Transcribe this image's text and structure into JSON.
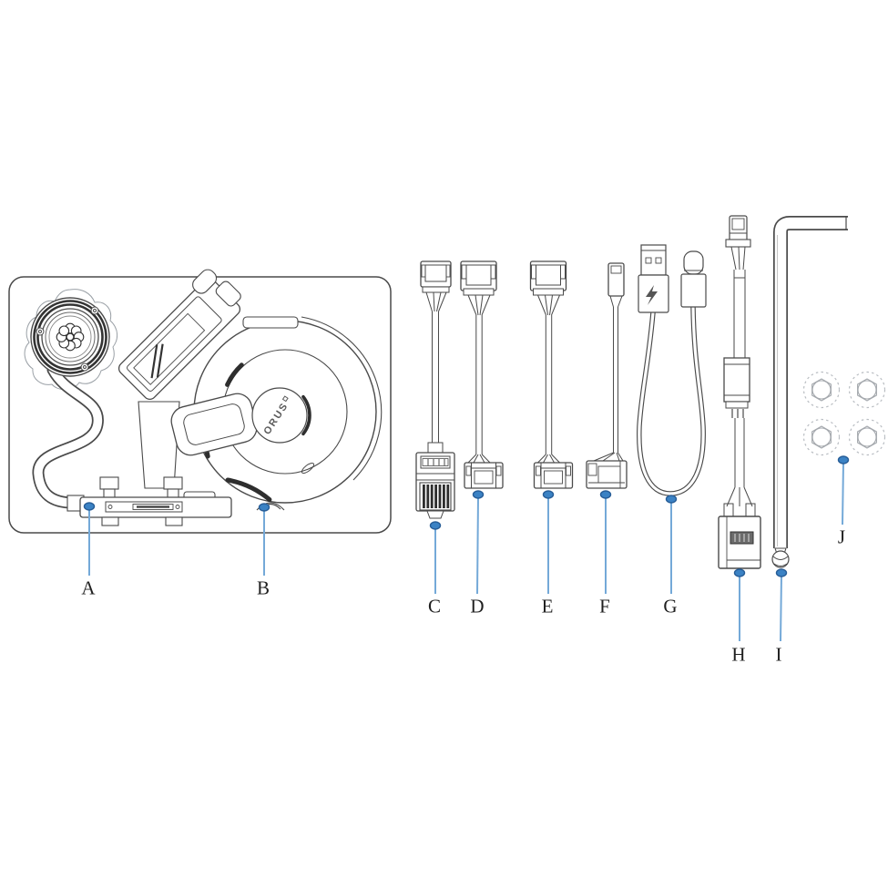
{
  "pump": {
    "logo_text": "ORUS"
  },
  "parts": [
    {
      "label": "A",
      "item": "mounting-bracket"
    },
    {
      "label": "B",
      "item": "pump-cooler-unit"
    },
    {
      "label": "C",
      "item": "usb-header-cable"
    },
    {
      "label": "D",
      "item": "fan-connector-cable"
    },
    {
      "label": "E",
      "item": "fan-connector-cable"
    },
    {
      "label": "F",
      "item": "adapter-cable"
    },
    {
      "label": "G",
      "item": "usb-a-to-usb-c-cable"
    },
    {
      "label": "H",
      "item": "power-extension-cable"
    },
    {
      "label": "I",
      "item": "hex-key"
    },
    {
      "label": "J",
      "item": "washer-set"
    }
  ],
  "colors": {
    "line_art": "#4A4A4A",
    "line_art_dark": "#2E2E2E",
    "line_art_light": "#9AA0A6",
    "leader_line": "#74A9D8",
    "callout_dot_fill": "#3B82C4",
    "callout_dot_stroke": "#275D97",
    "label_text": "#1F1F1F"
  }
}
